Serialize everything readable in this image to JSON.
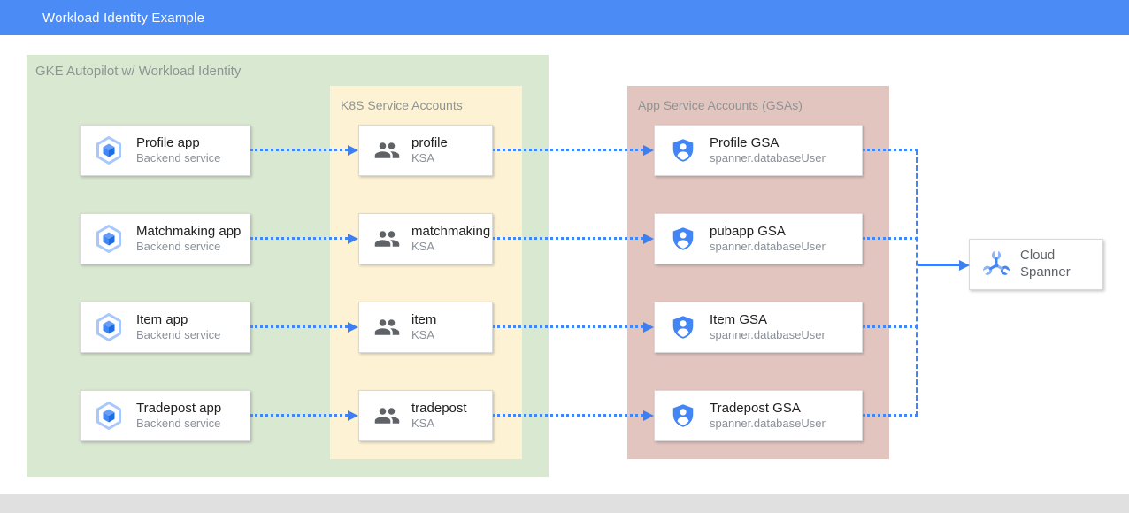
{
  "header": {
    "title": "Workload Identity Example"
  },
  "zones": {
    "gke": {
      "label": "GKE Autopilot w/ Workload Identity"
    },
    "ksa": {
      "label": "K8S Service Accounts"
    },
    "gsa": {
      "label": "App Service Accounts (GSAs)"
    }
  },
  "rows": [
    {
      "app": {
        "title": "Profile app",
        "subtitle": "Backend service"
      },
      "ksa": {
        "title": "profile",
        "subtitle": "KSA"
      },
      "gsa": {
        "title": "Profile GSA",
        "subtitle": "spanner.databaseUser"
      }
    },
    {
      "app": {
        "title": "Matchmaking app",
        "subtitle": "Backend service"
      },
      "ksa": {
        "title": "matchmaking",
        "subtitle": "KSA"
      },
      "gsa": {
        "title": "pubapp GSA",
        "subtitle": "spanner.databaseUser"
      }
    },
    {
      "app": {
        "title": "Item app",
        "subtitle": "Backend service"
      },
      "ksa": {
        "title": "item",
        "subtitle": "KSA"
      },
      "gsa": {
        "title": "Item GSA",
        "subtitle": "spanner.databaseUser"
      }
    },
    {
      "app": {
        "title": "Tradepost app",
        "subtitle": "Backend service"
      },
      "ksa": {
        "title": "tradepost",
        "subtitle": "KSA"
      },
      "gsa": {
        "title": "Tradepost GSA",
        "subtitle": "spanner.databaseUser"
      }
    }
  ],
  "spanner": {
    "title": "Cloud Spanner"
  },
  "icons": {
    "app": "gke-hexagon-icon",
    "ksa": "people-icon",
    "gsa": "shield-user-icon",
    "spanner": "spanner-wrench-icon"
  },
  "colors": {
    "header_bg": "#4b8bf5",
    "zone_gke_bg": "#d9e8d1",
    "zone_ksa_bg": "#fdf3d4",
    "zone_gsa_bg": "#e3c5c0",
    "connector_blue": "#4285f4",
    "node_title": "#212121",
    "node_subtitle": "#8a9097",
    "zone_label": "#8e9493",
    "footer_bg": "#e0e0e0"
  }
}
